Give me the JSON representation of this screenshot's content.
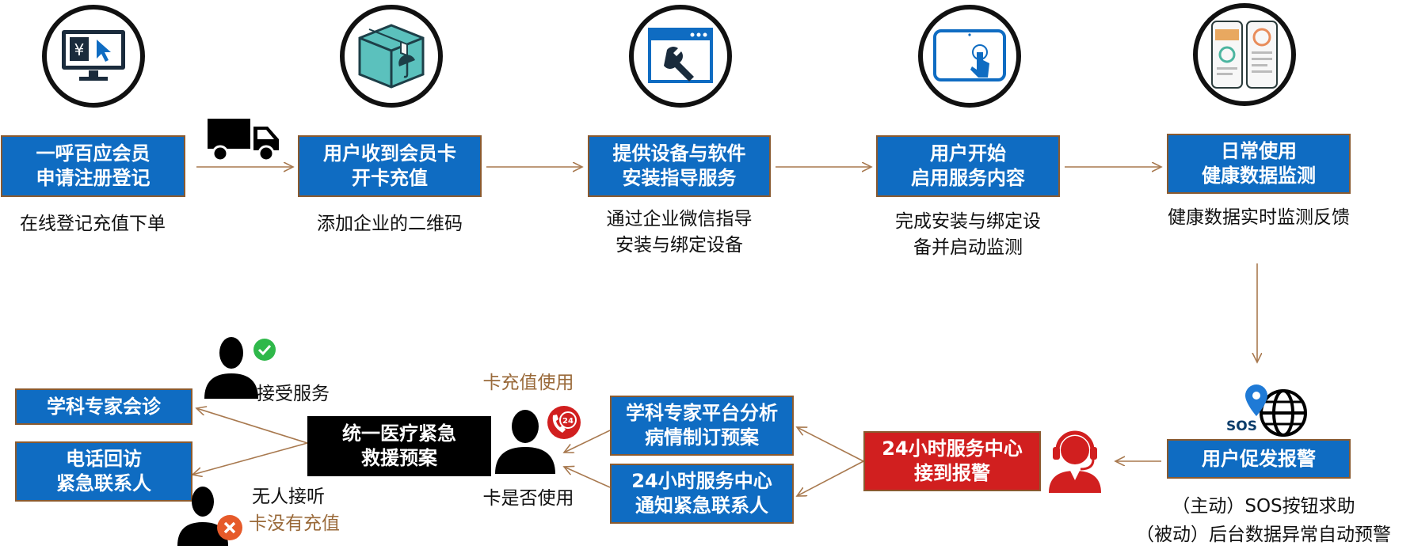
{
  "steps": [
    {
      "box": [
        "一呼百应会员",
        "申请注册登记"
      ],
      "caption": [
        "在线登记充值下单"
      ],
      "icon": "monitor-yuan-icon"
    },
    {
      "box": [
        "用户收到会员卡",
        "开卡充值"
      ],
      "caption": [
        "添加企业的二维码"
      ],
      "icon": "package-box-icon"
    },
    {
      "box": [
        "提供设备与软件",
        "安装指导服务"
      ],
      "caption": [
        "通过企业微信指导",
        "安装与绑定设备"
      ],
      "icon": "browser-wrench-icon"
    },
    {
      "box": [
        "用户开始",
        "启用服务内容"
      ],
      "caption": [
        "完成安装与绑定设",
        "备并启动监测"
      ],
      "icon": "tablet-touch-icon"
    },
    {
      "box": [
        "日常使用",
        "健康数据监测"
      ],
      "caption": [
        "健康数据实时监测反馈"
      ],
      "icon": "phone-app-icon"
    }
  ],
  "alarm": {
    "box": [
      "用户促发报警"
    ],
    "caption": [
      "（主动）SOS按钮求助",
      "（被动）后台数据异常自动预警"
    ],
    "sos_label": "SOS"
  },
  "center": {
    "box": [
      "24小时服务中心",
      "接到报警"
    ]
  },
  "analysis": {
    "box": [
      "学科专家平台分析",
      "病情制订预案"
    ]
  },
  "notify": {
    "box": [
      "24小时服务中心",
      "通知紧急联系人"
    ]
  },
  "card": {
    "top_label": "卡充值使用",
    "bottom_label": "卡是否使用",
    "badge": "24"
  },
  "plan": {
    "box": [
      "统一医疗紧急",
      "救援预案"
    ]
  },
  "consult": {
    "box": [
      "学科专家会诊"
    ],
    "accept_label": "接受服务"
  },
  "callback": {
    "box": [
      "电话回访",
      "紧急联系人"
    ],
    "no_answer_label": "无人接听",
    "no_charge_label": "卡没有充值"
  },
  "colors": {
    "box_blue": "#0f6cc2",
    "box_red": "#d11f1f",
    "arrow": "#a8794f",
    "check": "#2fb84a",
    "cross": "#e65a2a"
  }
}
